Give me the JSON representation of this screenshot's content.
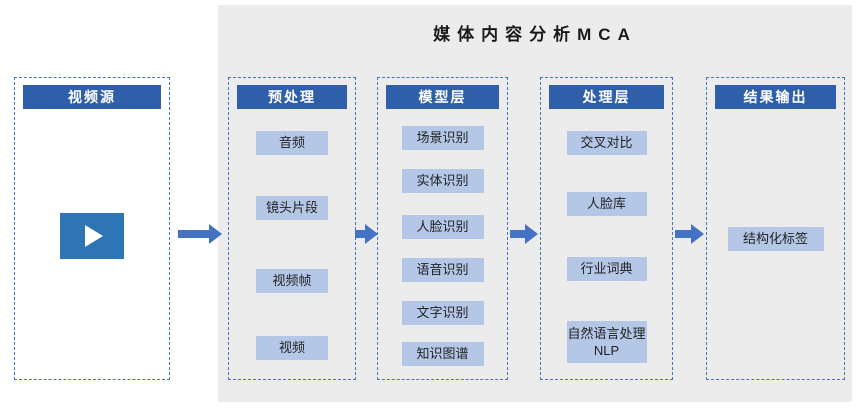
{
  "title": "媒体内容分析MCA",
  "columns": [
    {
      "header": "视频源",
      "items": []
    },
    {
      "header": "预处理",
      "items": [
        "音频",
        "镜头片段",
        "视频帧",
        "视频"
      ]
    },
    {
      "header": "模型层",
      "items": [
        "场景识别",
        "实体识别",
        "人脸识别",
        "语音识别",
        "文字识别",
        "知识图谱"
      ]
    },
    {
      "header": "处理层",
      "items": [
        "交叉对比",
        "人脸库",
        "行业词典",
        "自然语言处理NLP"
      ]
    },
    {
      "header": "结果输出",
      "items": [
        "结构化标签"
      ]
    }
  ],
  "icons": {
    "play": "triangle-right",
    "flow_arrows": "arrow-right"
  },
  "colors": {
    "header_bg": "#2E5FA8",
    "item_bg": "#B4C7E7",
    "arrow": "#4472C4",
    "panel_bg": "#ECECEC",
    "dashed_border": "#4472C4",
    "play_bg": "#2E75B6"
  }
}
